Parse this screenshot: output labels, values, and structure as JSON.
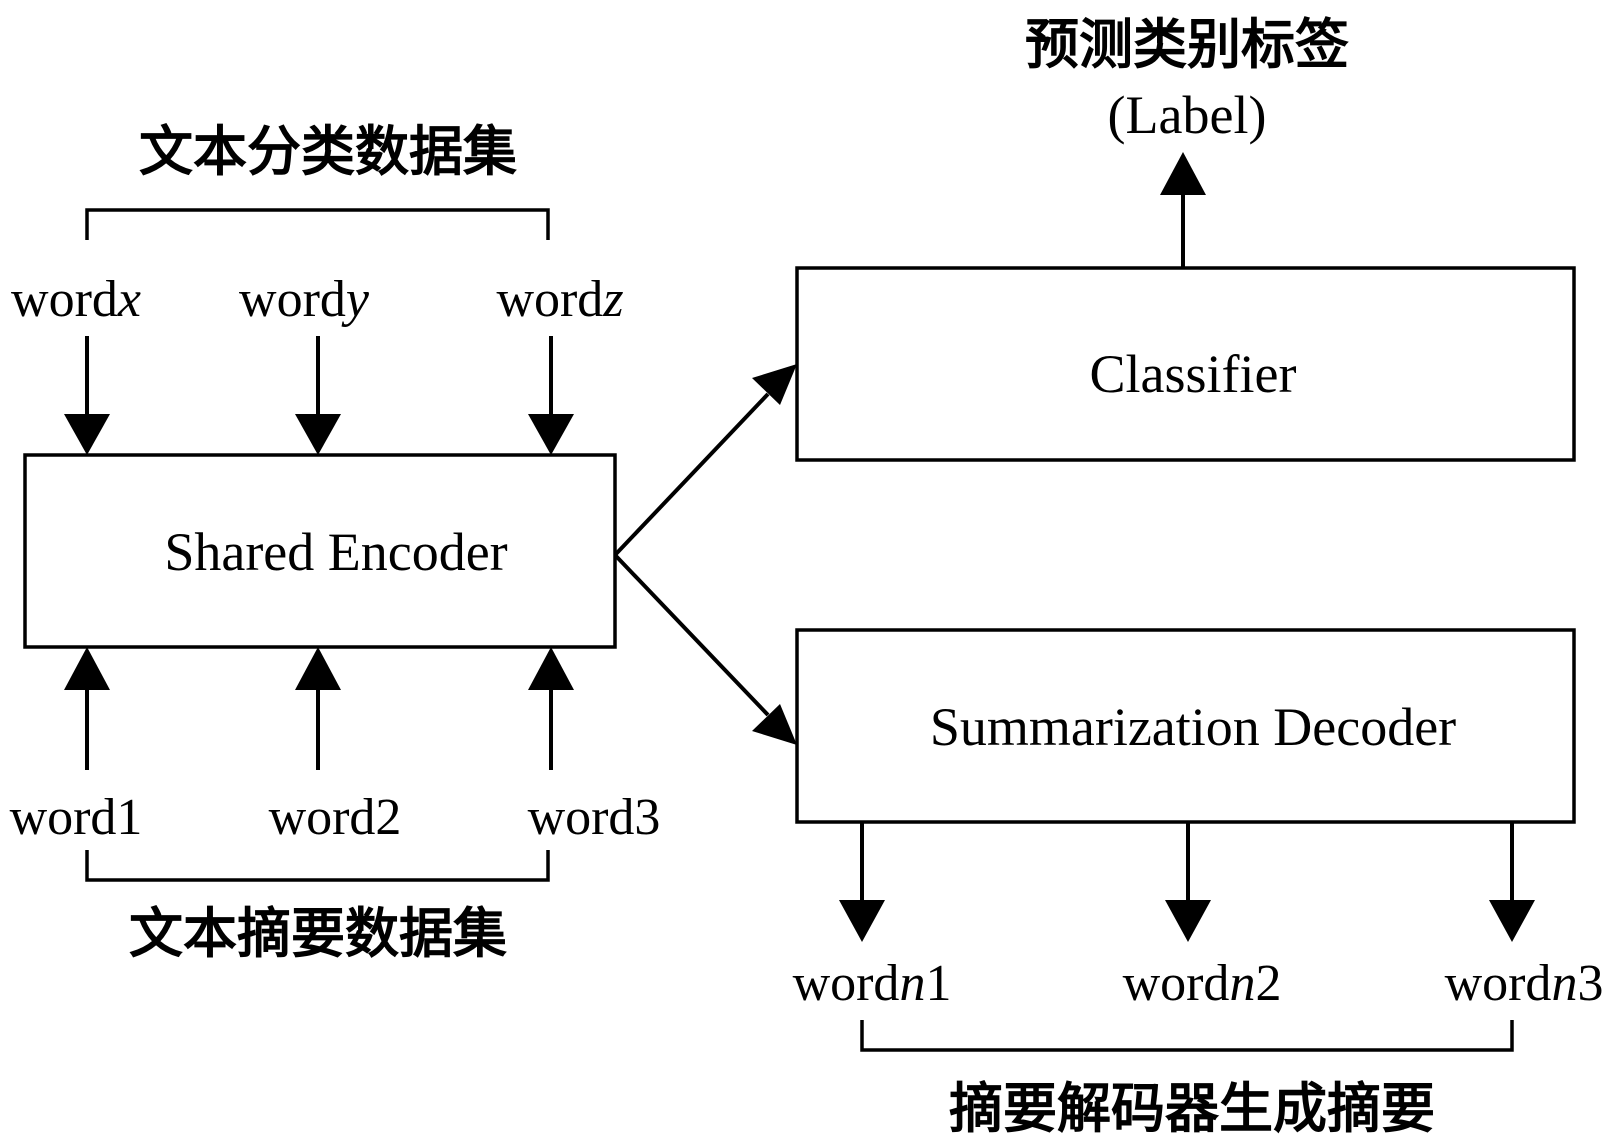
{
  "nodes": {
    "encoder": "Shared Encoder",
    "classifier": "Classifier",
    "decoder": "Summarization Decoder"
  },
  "groups": {
    "classification_dataset": "文本分类数据集",
    "summarization_dataset": "文本摘要数据集",
    "decoder_output": "摘要解码器生成摘要",
    "predicted_label_cn": "预测类别标签",
    "predicted_label_en": "(Label)"
  },
  "classification_inputs": [
    {
      "prefix": "word",
      "suffix": "x"
    },
    {
      "prefix": "word",
      "suffix": "y"
    },
    {
      "prefix": "word",
      "suffix": "z"
    }
  ],
  "summarization_inputs": [
    "word1",
    "word2",
    "word3"
  ],
  "decoder_outputs": [
    {
      "prefix": "word",
      "italic": "n",
      "num": "1"
    },
    {
      "prefix": "word",
      "italic": "n",
      "num": "2"
    },
    {
      "prefix": "word",
      "italic": "n",
      "num": "3"
    }
  ],
  "colors": {
    "stroke": "#000000",
    "background": "#ffffff"
  }
}
